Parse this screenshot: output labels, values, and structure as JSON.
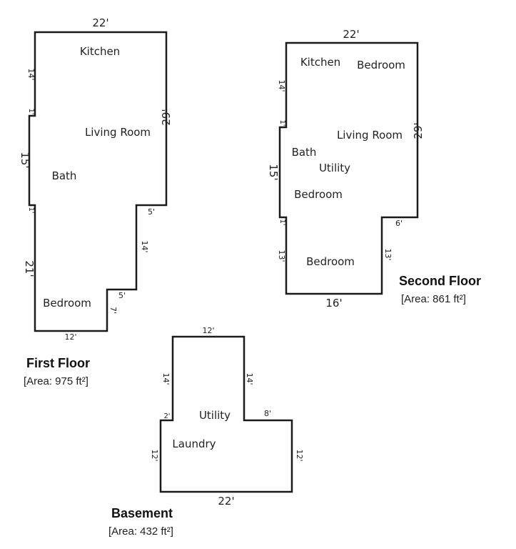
{
  "floors": {
    "first": {
      "title": "First Floor",
      "area": "[Area: 975 ft²]",
      "rooms": {
        "kitchen": "Kitchen",
        "living_room": "Living Room",
        "bath": "Bath",
        "bedroom": "Bedroom"
      },
      "dims": {
        "top": "22'",
        "left_upper": "14'",
        "left_step_1": "1'",
        "left_mid": "15'",
        "left_step_2": "1'",
        "left_lower": "21'",
        "right": "29'",
        "notch_1": "5'",
        "inner_1": "14'",
        "notch_2": "5'",
        "inner_2": "7'",
        "bottom": "12'"
      }
    },
    "second": {
      "title": "Second Floor",
      "area": "[Area: 861 ft²]",
      "rooms": {
        "kitchen": "Kitchen",
        "bedroom_1": "Bedroom",
        "living_room": "Living Room",
        "bath": "Bath",
        "utility": "Utility",
        "bedroom_2": "Bedroom",
        "bedroom_3": "Bedroom"
      },
      "dims": {
        "top": "22'",
        "left_upper": "14'",
        "left_step_1": "1'",
        "left_mid": "15'",
        "left_step_2": "1'",
        "left_lower": "13'",
        "right": "29'",
        "notch": "6'",
        "inner": "13'",
        "bottom": "16'"
      }
    },
    "basement": {
      "title": "Basement",
      "area": "[Area: 432 ft²]",
      "rooms": {
        "utility": "Utility",
        "laundry": "Laundry"
      },
      "dims": {
        "top": "12'",
        "left_upper": "14'",
        "right_upper": "14'",
        "step_left": "2'",
        "step_right": "8'",
        "left_lower": "12'",
        "right_lower": "12'",
        "bottom": "22'"
      }
    }
  }
}
